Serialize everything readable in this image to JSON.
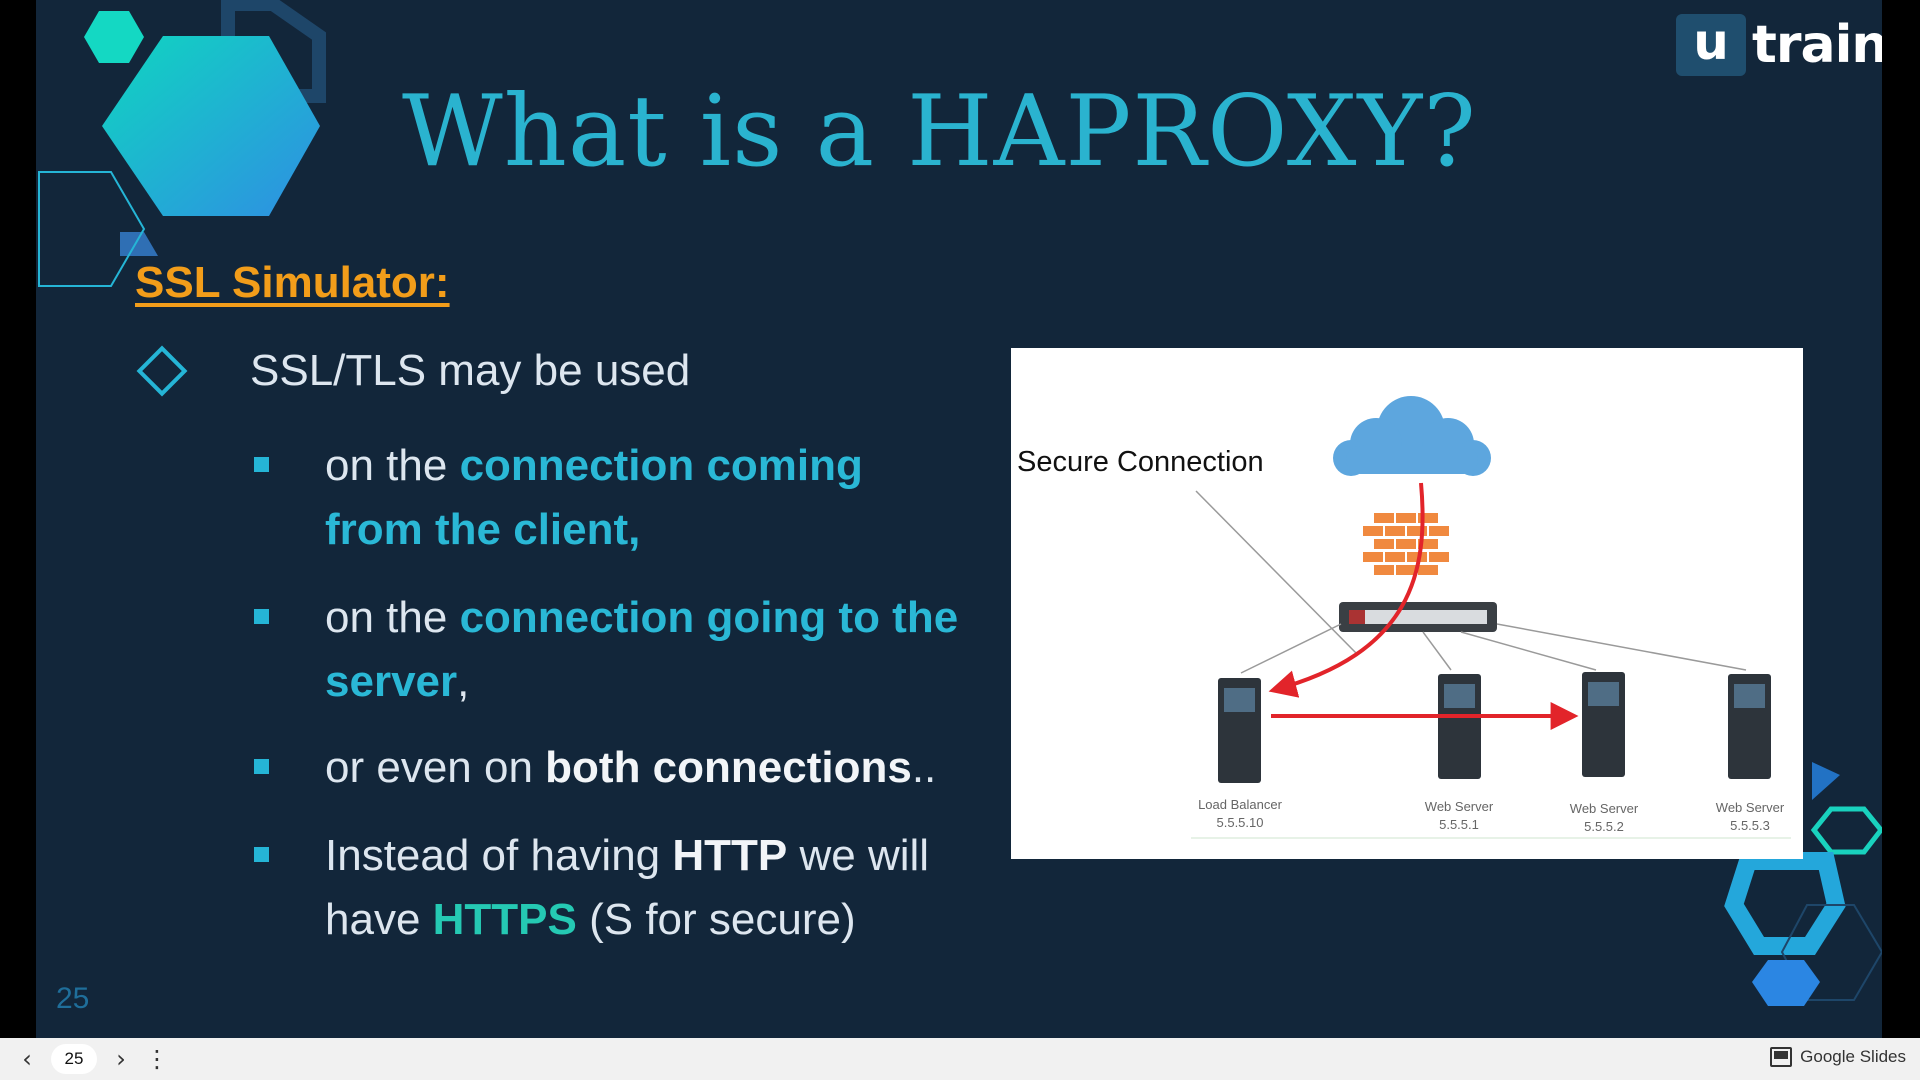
{
  "brand": {
    "logo_mark": "u",
    "logo_word": "train"
  },
  "slide": {
    "title": "What is a HAPROXY?",
    "subheading": "SSL Simulator:",
    "bullet_main": "SSL/TLS may be used",
    "sub_bullets": [
      {
        "a": "on the ",
        "b": "connection coming",
        "c": "from the client,"
      },
      {
        "a": "on the ",
        "b": "connection going to the",
        "c": "server",
        "d": ","
      },
      {
        "a": "or even on ",
        "b": "both connections",
        "c": ".."
      },
      {
        "a": "Instead of having ",
        "b": "HTTP",
        "c": " we will",
        "d": "have ",
        "e": "HTTPS",
        "f": " (S for secure)"
      }
    ],
    "page_number": "25",
    "diagram": {
      "label": "Secure Connection",
      "nodes": [
        {
          "name": "Load Balancer",
          "ip": "5.5.5.10"
        },
        {
          "name": "Web Server",
          "ip": "5.5.5.1"
        },
        {
          "name": "Web Server",
          "ip": "5.5.5.2"
        },
        {
          "name": "Web Server",
          "ip": "5.5.5.3"
        }
      ]
    }
  },
  "toolbar": {
    "prev_icon": "‹",
    "current_page": "25",
    "next_icon": "›",
    "more_icon": "⋮",
    "app_name": "Google Slides"
  },
  "colors": {
    "background": "#12263a",
    "accent": "#2ab3cf",
    "subheading": "#f29d1a",
    "highlight_green": "#25c9b3"
  }
}
